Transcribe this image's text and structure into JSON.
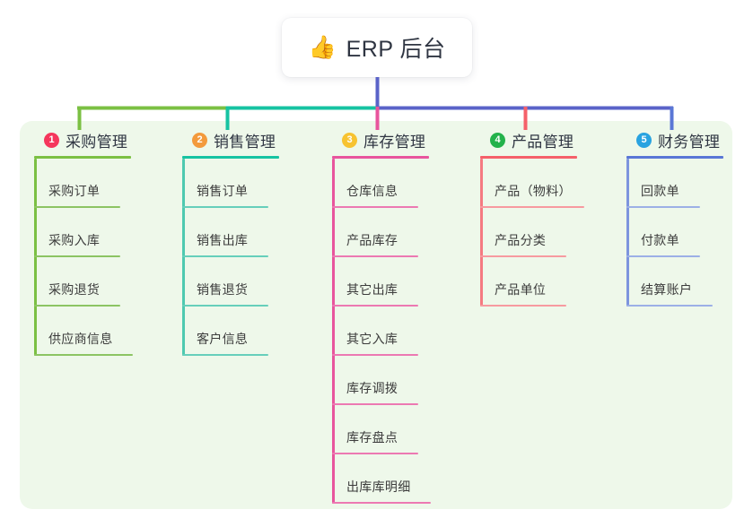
{
  "root": {
    "icon": "thumbs-up-icon",
    "emoji": "👍",
    "title": "ERP 后台"
  },
  "palette": {
    "background": "#ffffff",
    "panel": "#eef8ea",
    "card": "#ffffff",
    "text": "#2f3542",
    "trunk": "#5a63c8",
    "green": "#7bc043",
    "teal": "#17c3a2",
    "pink": "#e8559d",
    "red": "#f5606a",
    "blue": "#5a77d6"
  },
  "columns": [
    {
      "index": "1",
      "badge_color": "#f5365c",
      "line_color": "#7bc043",
      "stub_color": "#7bc043",
      "title": "采购管理",
      "items": [
        "采购订单",
        "采购入库",
        "采购退货",
        "供应商信息"
      ]
    },
    {
      "index": "2",
      "badge_color": "#f39a3c",
      "line_color": "#17c3a2",
      "stub_color": "#17c3a2",
      "title": "销售管理",
      "items": [
        "销售订单",
        "销售出库",
        "销售退货",
        "客户信息"
      ]
    },
    {
      "index": "3",
      "badge_color": "#f7c331",
      "line_color": "#e8559d",
      "stub_color": "#e8559d",
      "title": "库存管理",
      "items": [
        "仓库信息",
        "产品库存",
        "其它出库",
        "其它入库",
        "库存调拨",
        "库存盘点",
        "出库库明细"
      ]
    },
    {
      "index": "4",
      "badge_color": "#23b24b",
      "line_color": "#f5606a",
      "stub_color": "#f5606a",
      "title": "产品管理",
      "items": [
        "产品（物料）",
        "产品分类",
        "产品单位"
      ]
    },
    {
      "index": "5",
      "badge_color": "#29a3e0",
      "line_color": "#5a77d6",
      "stub_color": "#5a77d6",
      "title": "财务管理",
      "items": [
        "回款单",
        "付款单",
        "结算账户"
      ]
    }
  ]
}
